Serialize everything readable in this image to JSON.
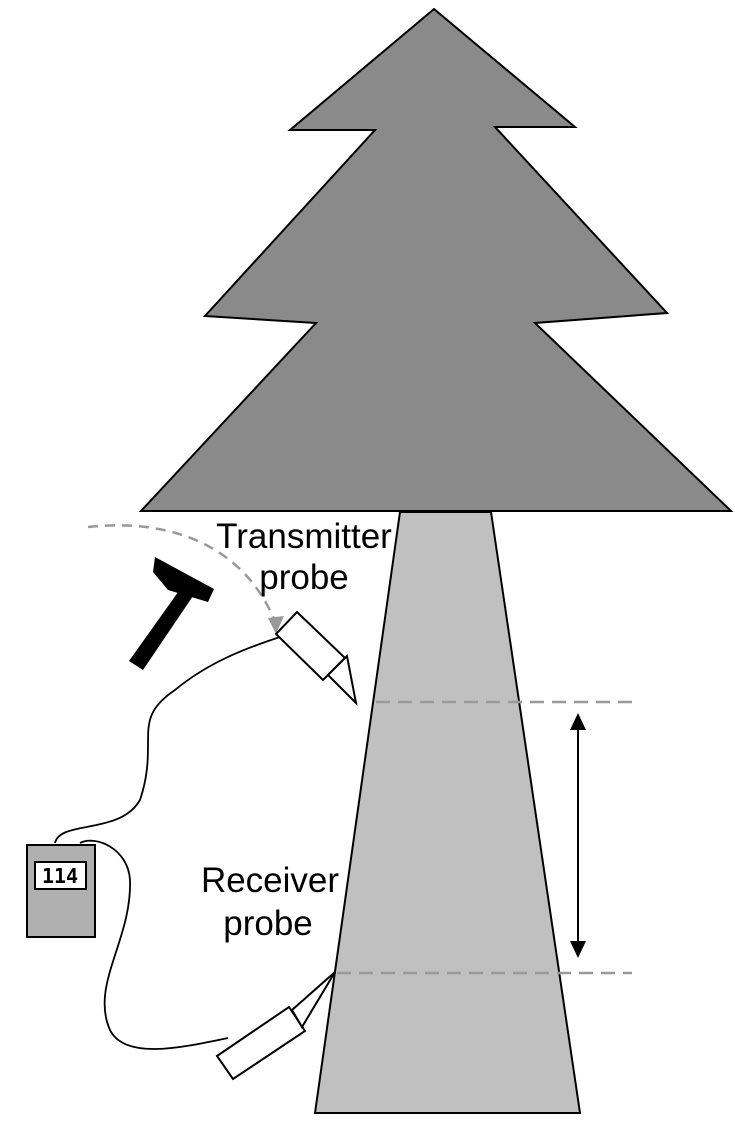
{
  "labels": {
    "transmitter_line1": "Transmitter",
    "transmitter_line2": "probe",
    "receiver_line1": "Receiver",
    "receiver_line2": "probe"
  },
  "meter": {
    "display_value": "114"
  },
  "colors": {
    "foliage": "#8a8a8a",
    "trunk": "#c0c0c0",
    "meter_body": "#b0b0b0",
    "outline": "#000000",
    "guide_dash": "#999999"
  },
  "icons": {
    "hammer": "hammer-icon",
    "meter": "timer-meter-icon"
  }
}
